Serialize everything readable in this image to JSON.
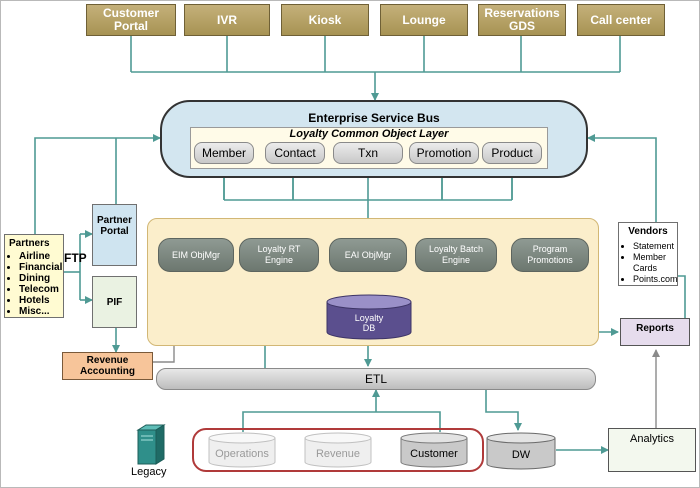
{
  "channels": [
    "Customer\nPortal",
    "IVR",
    "Kiosk",
    "Lounge",
    "Reservations\nGDS",
    "Call center"
  ],
  "esb": {
    "title": "Enterprise Service Bus",
    "layer_title": "Loyalty Common Object Layer",
    "objects": [
      "Member",
      "Contact",
      "Txn",
      "Promotion",
      "Product"
    ]
  },
  "engines": [
    "EIM ObjMgr",
    "Loyalty RT\nEngine",
    "EAI ObjMgr",
    "Loyalty Batch\nEngine",
    "Program\nPromotions"
  ],
  "loyalty_db": "Loyalty\nDB",
  "etl": "ETL",
  "partners": {
    "title": "Partners",
    "items": [
      "Airline",
      "Financial",
      "Dining",
      "Telecom",
      "Hotels",
      "Misc..."
    ]
  },
  "ftp_label": "FTP",
  "partner_portal": "Partner\nPortal",
  "pif": "PIF",
  "revenue_accounting": "Revenue\nAccounting",
  "vendors": {
    "title": "Vendors",
    "items": [
      "Statement",
      "Member Cards",
      "Points.com"
    ]
  },
  "reports": "Reports",
  "analytics": "Analytics",
  "legacy": "Legacy",
  "sources": [
    "Operations",
    "Revenue",
    "Customer"
  ],
  "dw": "DW",
  "colors": {
    "connector": "#4f9a94",
    "channel": "#ad9a5e",
    "esb_fill": "#d3e6f0",
    "core_fill": "#fbeecb",
    "db_purple": "#5b4f8e",
    "source_border": "#b03a3a"
  }
}
